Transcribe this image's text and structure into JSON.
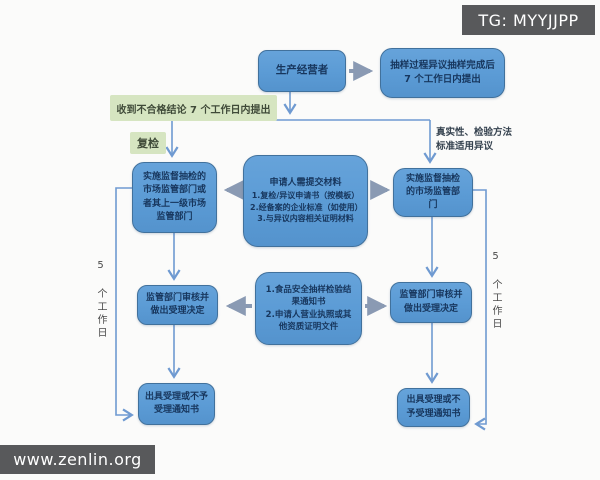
{
  "colors": {
    "node_fill": "#5b9bd5",
    "node_border": "#41719c",
    "node_text": "#17365d",
    "green_fill": "#d6e5c1",
    "green_text": "#3f4a38",
    "connector_thin": "#6f9ad1",
    "connector_thick": "#8a9ab3",
    "badge_bg": "#58595b",
    "badge_text": "#ffffff",
    "background": "#fbfbfa"
  },
  "badges": {
    "tg": "TG: MYYJJPP",
    "site": "www.zenlin.org"
  },
  "annotations": {
    "received_unqualified": "收到不合格结论 7 个工作日内提出",
    "recheck": "复检",
    "authenticity_line1": "真实性、检验方法",
    "authenticity_line2": "标准适用异议",
    "five_days_left": "5 个工作日",
    "five_days_right": "5 个工作日"
  },
  "nodes": {
    "producer": "生产经营者",
    "sampling_objection": "抽样过程异议抽样完成后 7 个工作日内提出",
    "left_authority": "实施监督抽检的市场监管部门或者其上一级市场监管部门",
    "right_authority": "实施监督抽检的市场监管部门",
    "materials": {
      "title": "申请人需提交材料",
      "item1": "1.复检/异议申请书（按模板）",
      "item2": "2.经备案的企业标准（如使用）",
      "item3": "3.与异议内容相关证明材料"
    },
    "docs": {
      "item1": "1.食品安全抽样检验结果通知书",
      "item2": "2.申请人营业执照或其他资质证明文件"
    },
    "left_review": "监管部门审核并做出受理决定",
    "right_review": "监管部门审核并做出受理决定",
    "left_notice": "出具受理或不予受理通知书",
    "right_notice": "出具受理或不予受理通知书"
  }
}
